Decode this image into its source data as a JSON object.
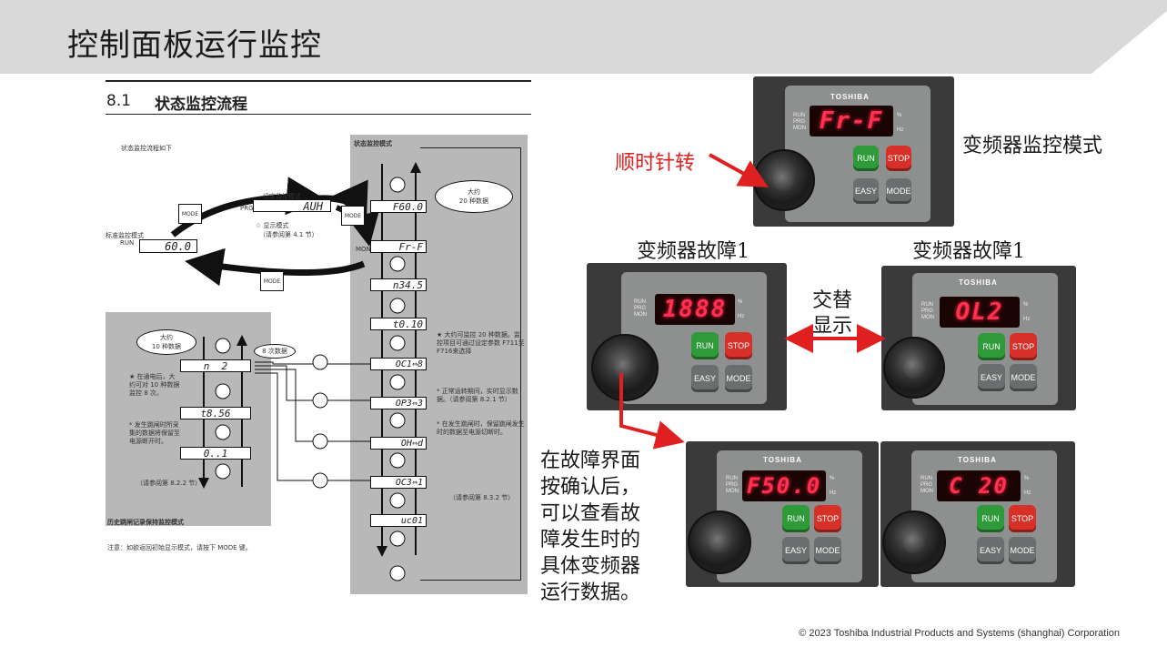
{
  "slide": {
    "title": "控制面板运行监控",
    "footer": "© 2023 Toshiba Industrial Products and Systems (shanghai) Corporation"
  },
  "manual": {
    "section_number": "8.1",
    "section_title": "状态监控流程",
    "intro": "状态监控流程如下",
    "right_column_title": "状态监控模式",
    "setting_mode_label": "设定监控模式",
    "display_mode_note": "☆ 显示模式",
    "display_mode_ref": "（请参阅第 4.1 节）",
    "standard_mode_label": "标准监控模式",
    "run_label": "RUN",
    "prg_label": "PRG",
    "mon_label": "MON",
    "mode_button": "MODE",
    "setting_display": "AUH",
    "standard_display": "60.0",
    "bubble_20": "大约\n20 种数据",
    "bubble_10": "大约\n10 种数据",
    "bubble_8": "8 次数据",
    "monitor_displays": [
      "F60.0",
      "Fr-F",
      "n34.5",
      "t0.10",
      "OC1⇔8",
      "OP3⇔3",
      "OH⇔d",
      "OC3⇔1",
      "uc01"
    ],
    "note_20": "★ 大约可监控 20 种数据。监控项目可通过设定参数 F711至F716来选择",
    "note_normal": "* 正常运转期间，实时显示数据。（请参阅第 8.2.1 节）",
    "note_trip": "* 在发生跳闸时，保留跳闸发生时的数据至电源切断时。",
    "ref_832": "（请参阅第 8.3.2 节）",
    "history_displays": [
      "n  2",
      "t8.56",
      "0..1"
    ],
    "history_note1": "★ 在通电后，大约可对 10 种数据监控 8 次。",
    "history_note2": "* 发生跳闸时所采集的数据将保留至电源断开时。",
    "ref_822": "（请参阅第 8.2.2 节）",
    "history_title": "历史跳闸记录保持监控模式",
    "footnote": "注意：如欲返回初始显示模式，请按下 MODE 键。"
  },
  "photos": {
    "brand": "TOSHIBA",
    "monitor_mode_label": "变频器监控模式",
    "clockwise_label": "顺时针转",
    "fault1_left_label": "变频器故障1",
    "fault1_right_label": "变频器故障1",
    "alternate_label_1": "交替",
    "alternate_label_2": "显示",
    "confirm_text": [
      "在故障界面",
      "按确认后，",
      "可以查看故",
      "障发生时的",
      "具体变频器",
      "运行数据。"
    ],
    "displays": {
      "monitor": "Fr-F",
      "fault_a": "1888",
      "fault_b": "OL2",
      "detail_freq": "F50.0",
      "detail_current": "C 20"
    },
    "buttons": {
      "run": "RUN",
      "stop": "STOP",
      "easy": "EASY",
      "mode": "MODE"
    },
    "lcd_side": {
      "run": "RUN",
      "prg": "PRG",
      "mon": "MON",
      "pct": "%",
      "hz": "Hz"
    }
  },
  "colors": {
    "accent_red": "#e02020",
    "header_band": "#d9d9d9",
    "manual_grey": "#b8b8b8"
  }
}
